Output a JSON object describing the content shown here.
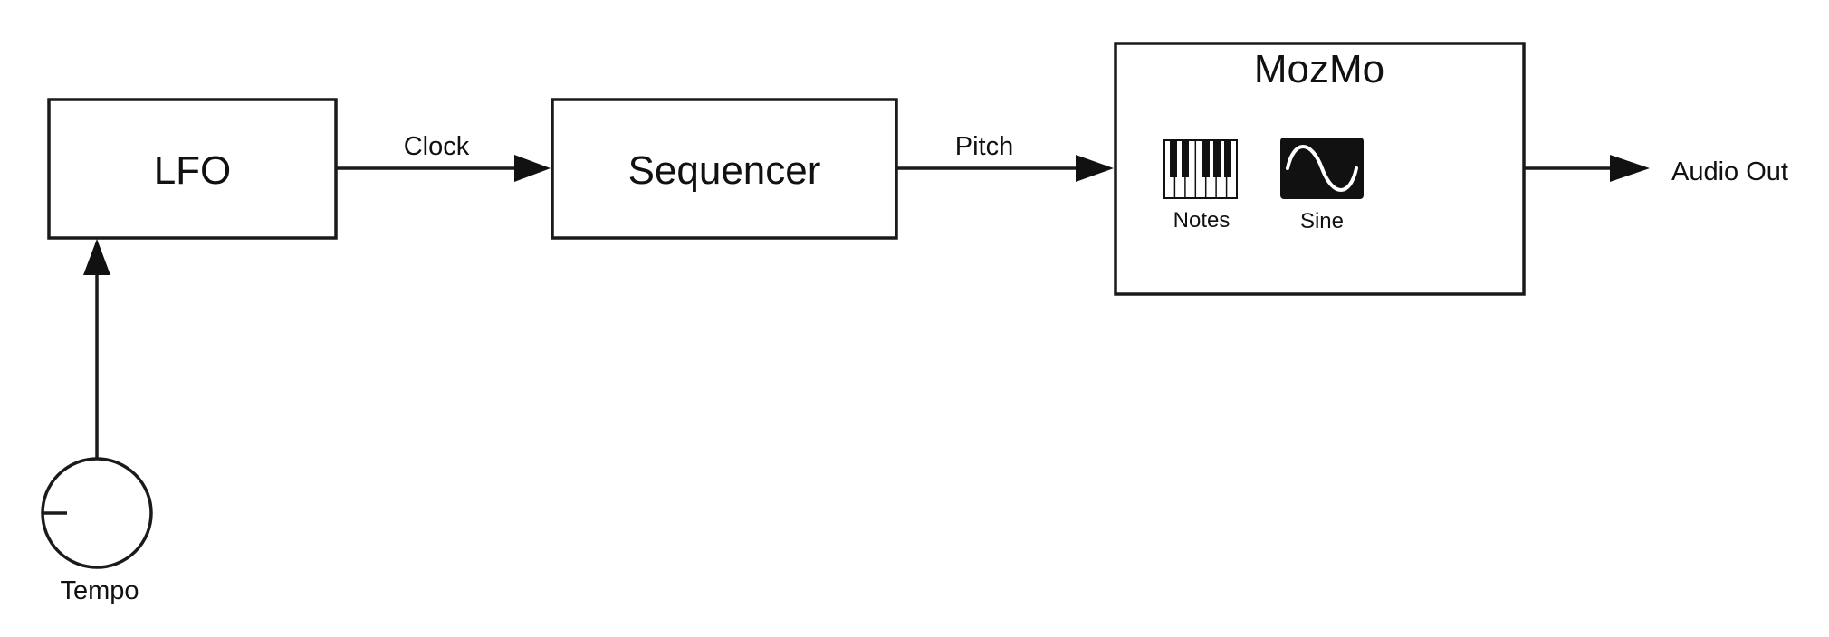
{
  "blocks": {
    "lfo": "LFO",
    "sequencer": "Sequencer",
    "mozmo": "MozMo"
  },
  "connections": {
    "lfo_to_sequencer": "Clock",
    "sequencer_to_mozmo": "Pitch",
    "mozmo_output": "Audio Out"
  },
  "mozmo_modules": {
    "notes": "Notes",
    "sine": "Sine"
  },
  "controls": {
    "tempo_knob": "Tempo"
  },
  "icons": {
    "notes": "piano-keys-icon",
    "sine": "sine-wave-icon",
    "tempo": "knob-icon"
  }
}
